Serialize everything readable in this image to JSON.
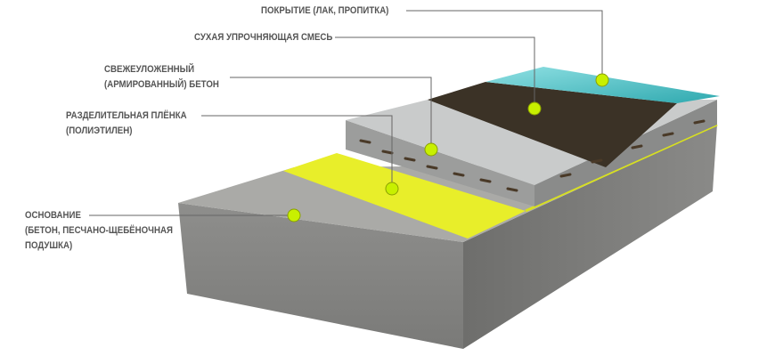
{
  "labels": {
    "coating": "ПОКРЫТИЕ (ЛАК, ПРОПИТКА)",
    "dry_mix": "СУХАЯ УПРОЧНЯЮЩАЯ СМЕСЬ",
    "concrete_line1": "СВЕЖЕУЛОЖЕННЫЙ",
    "concrete_line2": "(АРМИРОВАННЫЙ) БЕТОН",
    "film_line1": "РАЗДЕЛИТЕЛЬНАЯ ПЛЁНКА",
    "film_line2": "(ПОЛИЭТИЛЕН)",
    "base_line1": "ОСНОВАНИЕ",
    "base_line2": "(БЕТОН, ПЕСЧАНО-ЩЕБЁНОЧНАЯ",
    "base_line3": "ПОДУШКА)"
  },
  "colors": {
    "marker": "#c8f000",
    "film": "#e8ee2a",
    "dry_mix": "#3b3226",
    "coating": "#4fc3c8",
    "concrete": "#c9cbcb",
    "base": "#a9a9a6"
  }
}
